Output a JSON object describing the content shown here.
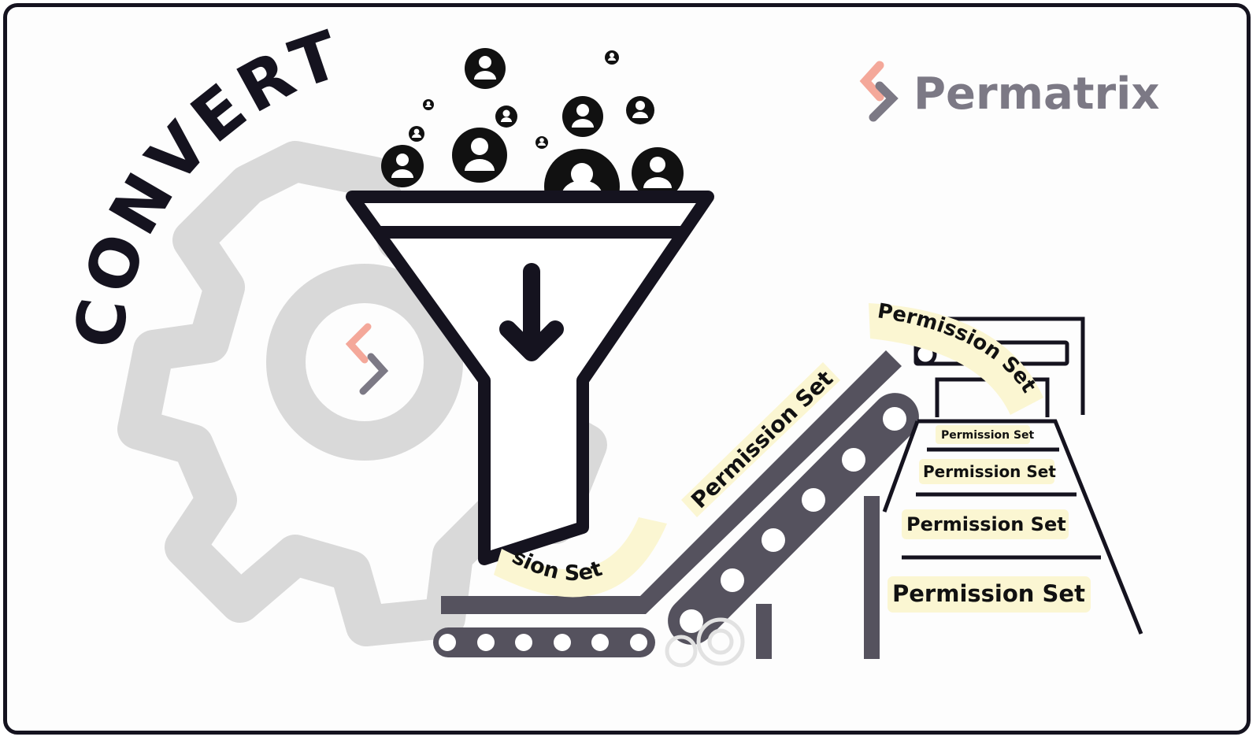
{
  "brand": {
    "name": "Permatrix",
    "logo_icon": "permatrix-logo-icon"
  },
  "headline": "CONVERT",
  "label": "Permission Set",
  "colors": {
    "ink": "#15131f",
    "gear": "#d9d9d9",
    "conveyor": "#55525e",
    "tag_highlight": "#fbf6d2",
    "logo_salmon": "#f4a89a",
    "logo_gray": "#7c7985",
    "brand_text": "#7c7985"
  },
  "icons": [
    "user-icon",
    "funnel-icon",
    "down-arrow-icon",
    "gear-icon",
    "conveyor-belt-icon",
    "stack-machine-icon"
  ]
}
